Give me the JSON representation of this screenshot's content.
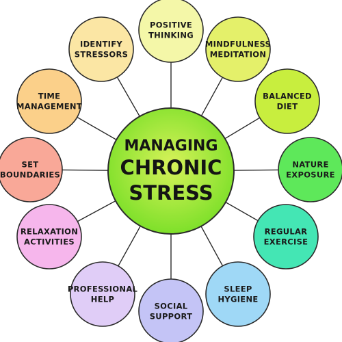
{
  "center": {
    "lines": [
      "MANAGING",
      "CHRONIC",
      "STRESS"
    ],
    "color_inner": "#d8f25a",
    "color_outer": "#7ee02a"
  },
  "nodes": [
    {
      "id": "positive-thinking",
      "lines": [
        "POSITIVE",
        "THINKING"
      ],
      "color": "#f4f7a8"
    },
    {
      "id": "mindfulness-meditation",
      "lines": [
        "MINDFULNESS",
        "MEDITATION"
      ],
      "color": "#e4f06a"
    },
    {
      "id": "balanced-diet",
      "lines": [
        "BALANCED",
        "DIET"
      ],
      "color": "#c8ee3e"
    },
    {
      "id": "nature-exposure",
      "lines": [
        "NATURE",
        "EXPOSURE"
      ],
      "color": "#5ee85a"
    },
    {
      "id": "regular-exercise",
      "lines": [
        "REGULAR",
        "EXERCISE"
      ],
      "color": "#44e6b4"
    },
    {
      "id": "sleep-hygiene",
      "lines": [
        "SLEEP",
        "HYGIENE"
      ],
      "color": "#9fd8f6"
    },
    {
      "id": "social-support",
      "lines": [
        "SOCIAL",
        "SUPPORT"
      ],
      "color": "#c4c4f6"
    },
    {
      "id": "professional-help",
      "lines": [
        "PROFESSIONAL",
        "HELP"
      ],
      "color": "#e0cdf7"
    },
    {
      "id": "relaxation-activities",
      "lines": [
        "RELAXATION",
        "ACTIVITIES"
      ],
      "color": "#f6b6ec"
    },
    {
      "id": "set-boundaries",
      "lines": [
        "SET",
        "BOUNDARIES"
      ],
      "color": "#f9a898"
    },
    {
      "id": "time-management",
      "lines": [
        "TIME",
        "MANAGEMENT"
      ],
      "color": "#fbd08a"
    },
    {
      "id": "identify-stressors",
      "lines": [
        "IDENTIFY",
        "STRESSORS"
      ],
      "color": "#fbe6a4"
    }
  ]
}
